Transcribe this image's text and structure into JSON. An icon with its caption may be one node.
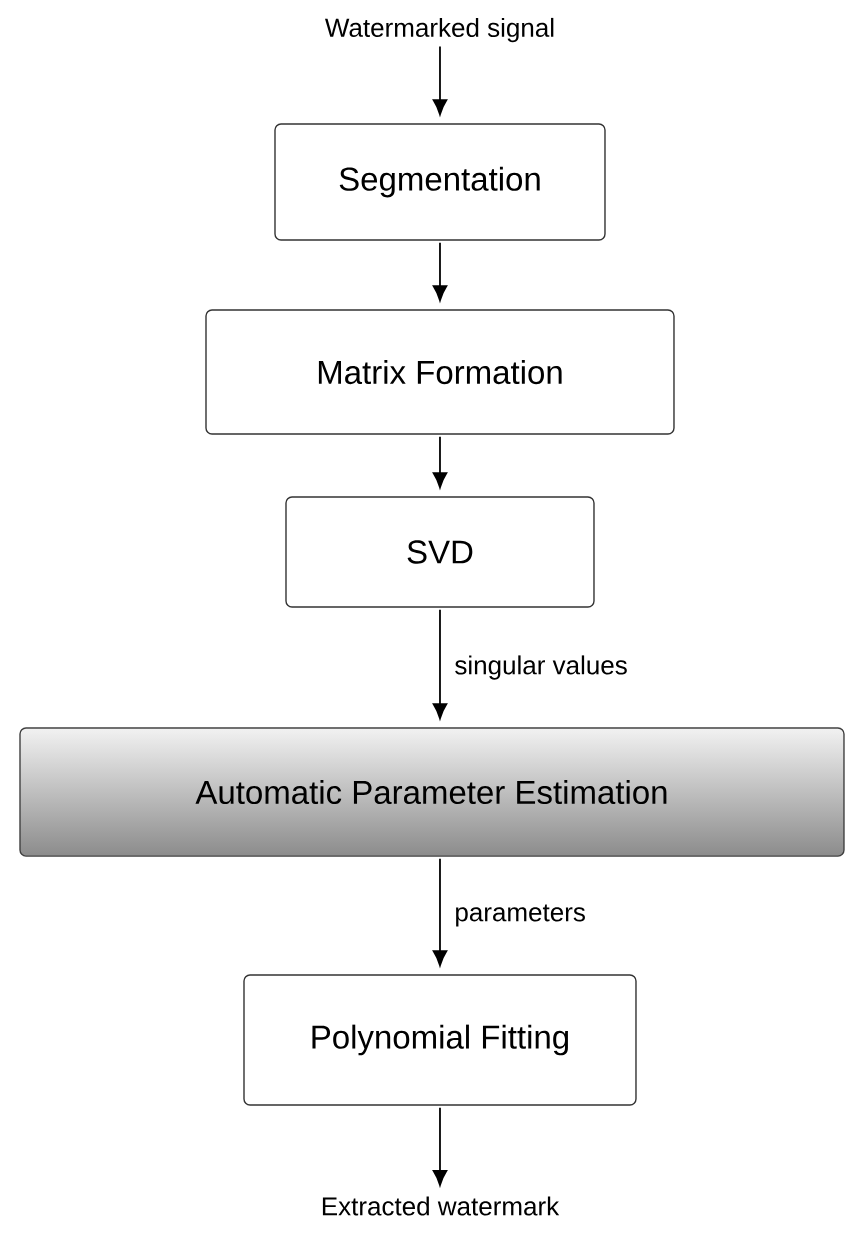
{
  "diagram": {
    "nodes": [
      {
        "text": [
          "Watermarked signal"
        ]
      },
      {
        "text": [
          "Segmentation"
        ]
      },
      {
        "text": [
          "Matrix Formation"
        ]
      },
      {
        "text": [
          "SVD"
        ]
      },
      {
        "text": [
          "Automatic Parameter Estimation"
        ]
      },
      {
        "text": [
          "Polynomial Fitting"
        ]
      },
      {
        "text": [
          "Extracted watermark"
        ]
      }
    ],
    "edges": [
      {
        "from": 0,
        "to": 1,
        "arrow": "to"
      },
      {
        "from": 1,
        "to": 2,
        "arrow": "to"
      },
      {
        "from": 2,
        "to": 3,
        "arrow": "to"
      },
      {
        "from": 3,
        "to": 4,
        "arrow": "to",
        "label": "singular values"
      },
      {
        "from": 4,
        "to": 5,
        "arrow": "to",
        "label": "parameters"
      },
      {
        "from": 5,
        "to": 6,
        "arrow": "to"
      }
    ]
  }
}
